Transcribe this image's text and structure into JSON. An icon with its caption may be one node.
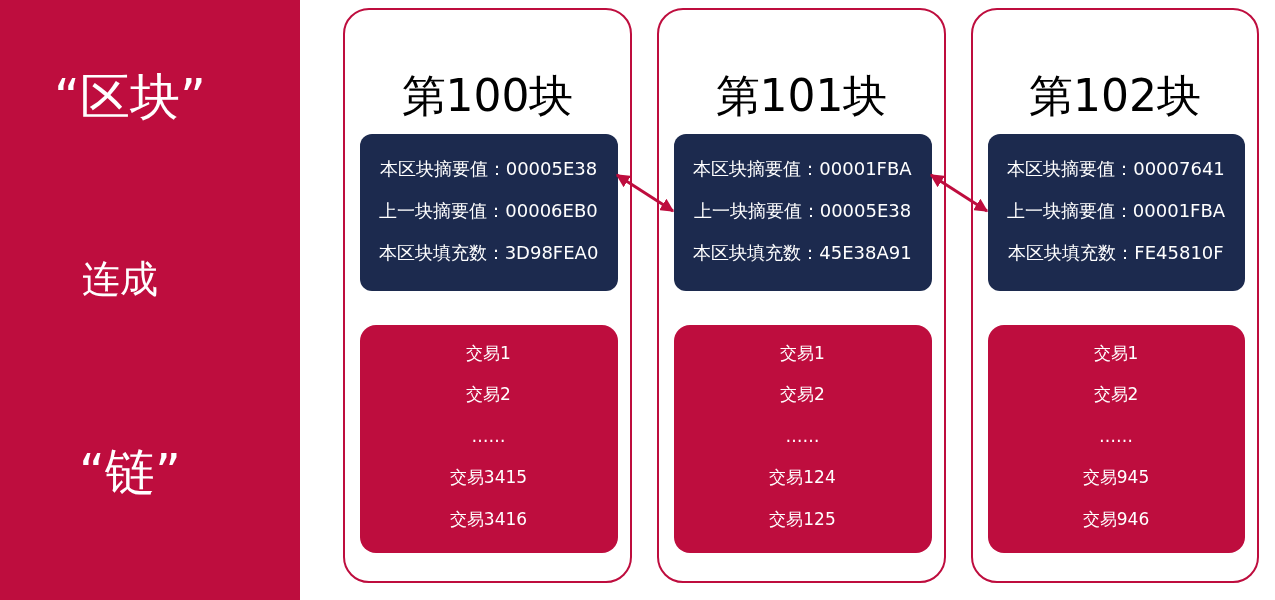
{
  "diagram": {
    "nodes": [
      {
        "text": [
          "“区块”",
          "连成",
          "“链”"
        ]
      },
      {
        "text": [
          "第100块"
        ]
      },
      {
        "text": [
          "本区块摘要值：00005E38",
          "上一块摘要值：00006EB0",
          "本区块填充数：3D98FEA0"
        ],
        "in": 1
      },
      {
        "text": [
          "交易1",
          "交易2",
          "……",
          "交易3415",
          "交易3416"
        ],
        "in": 1
      },
      {
        "text": [
          "第101块"
        ]
      },
      {
        "text": [
          "本区块摘要值：00001FBA",
          "上一块摘要值：00005E38",
          "本区块填充数：45E38A91"
        ],
        "in": 4
      },
      {
        "text": [
          "交易1",
          "交易2",
          "……",
          "交易124",
          "交易125"
        ],
        "in": 4
      },
      {
        "text": [
          "第102块"
        ]
      },
      {
        "text": [
          "本区块摘要值：00007641",
          "上一块摘要值：00001FBA",
          "本区块填充数：FE45810F"
        ],
        "in": 7
      },
      {
        "text": [
          "交易1",
          "交易2",
          "……",
          "交易945",
          "交易946"
        ],
        "in": 7
      }
    ],
    "edges": [
      {
        "from": 2,
        "to": 5,
        "arrow": "both"
      },
      {
        "from": 5,
        "to": 8,
        "arrow": "both"
      }
    ]
  }
}
